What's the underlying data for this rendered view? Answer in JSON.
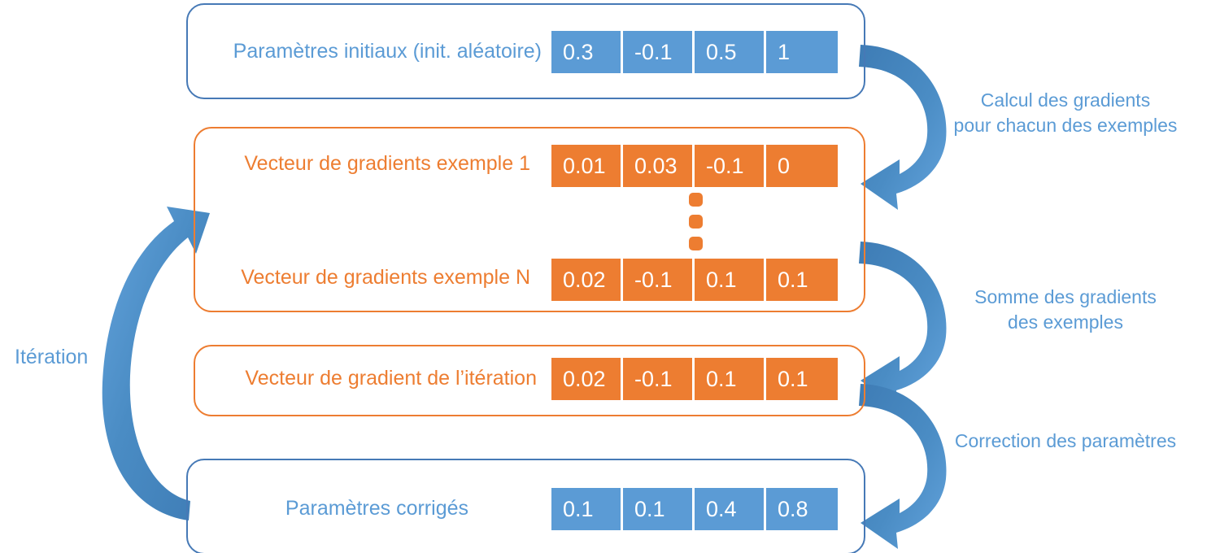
{
  "diagram": {
    "title_colors": {
      "blue": "#5B9BD5",
      "orange": "#ED7D31",
      "blue_border": "#4679B6"
    },
    "iteration_label": "Itération",
    "rows": [
      {
        "id": "initial-parameters",
        "label": "Paramètres initiaux (init. aléatoire)",
        "color": "blue",
        "values": [
          "0.3",
          "-0.1",
          "0.5",
          "1"
        ]
      },
      {
        "id": "gradient-vector-example-1",
        "label": "Vecteur de gradients exemple 1",
        "color": "orange",
        "values": [
          "0.01",
          "0.03",
          "-0.1",
          "0"
        ]
      },
      {
        "id": "gradient-vector-example-n",
        "label": "Vecteur de gradients exemple N",
        "color": "orange",
        "values": [
          "0.02",
          "-0.1",
          "0.1",
          "0.1"
        ]
      },
      {
        "id": "iteration-gradient-vector",
        "label": "Vecteur de gradient de l’itération",
        "color": "orange",
        "values": [
          "0.02",
          "-0.1",
          "0.1",
          "0.1"
        ]
      },
      {
        "id": "corrected-parameters",
        "label": "Paramètres corrigés",
        "color": "blue",
        "values": [
          "0.1",
          "0.1",
          "0.4",
          "0.8"
        ]
      }
    ],
    "notes": [
      {
        "id": "note-gradients",
        "text": "Calcul des gradients\npour chacun des exemples"
      },
      {
        "id": "note-sum",
        "text": "Somme des gradients\ndes exemples"
      },
      {
        "id": "note-correction",
        "text": "Correction des paramètres"
      }
    ],
    "ellipsis": {
      "dot_count": 3
    }
  }
}
